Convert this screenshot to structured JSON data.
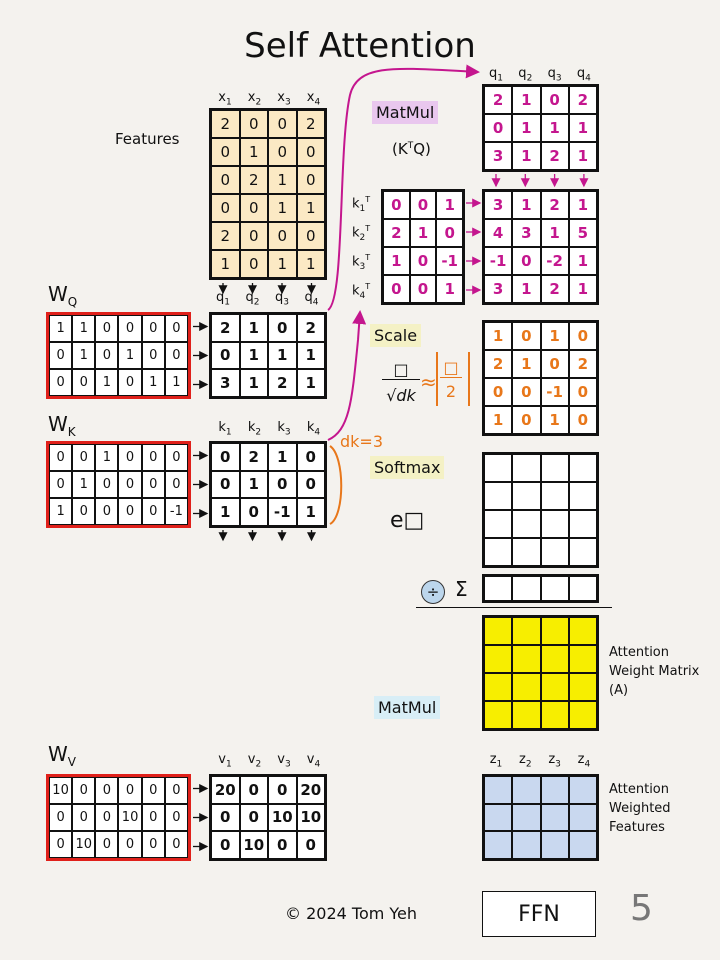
{
  "title": "Self Attention",
  "features_label": "Features",
  "x_headers": [
    "x1",
    "x2",
    "x3",
    "x4"
  ],
  "features": [
    [
      2,
      0,
      0,
      2
    ],
    [
      0,
      1,
      0,
      0
    ],
    [
      0,
      2,
      1,
      0
    ],
    [
      0,
      0,
      1,
      1
    ],
    [
      2,
      0,
      0,
      0
    ],
    [
      1,
      0,
      1,
      1
    ]
  ],
  "wq_label": "WQ",
  "wk_label": "WK",
  "wv_label": "WV",
  "wq": [
    [
      1,
      1,
      0,
      0,
      0,
      0
    ],
    [
      0,
      1,
      0,
      1,
      0,
      0
    ],
    [
      0,
      0,
      1,
      0,
      1,
      1
    ]
  ],
  "wk": [
    [
      0,
      0,
      1,
      0,
      0,
      0
    ],
    [
      0,
      1,
      0,
      0,
      0,
      0
    ],
    [
      1,
      0,
      0,
      0,
      0,
      -1
    ]
  ],
  "wv": [
    [
      10,
      0,
      0,
      0,
      0,
      0
    ],
    [
      0,
      0,
      0,
      10,
      0,
      0
    ],
    [
      0,
      10,
      0,
      0,
      0,
      0
    ]
  ],
  "q_headers": [
    "q1",
    "q2",
    "q3",
    "q4"
  ],
  "k_headers": [
    "k1",
    "k2",
    "k3",
    "k4"
  ],
  "v_headers": [
    "v1",
    "v2",
    "v3",
    "v4"
  ],
  "z_headers": [
    "z1",
    "z2",
    "z3",
    "z4"
  ],
  "kt_headers": [
    "k1T",
    "k2T",
    "k3T",
    "k4T"
  ],
  "q_matrix": [
    [
      2,
      1,
      0,
      2
    ],
    [
      0,
      1,
      1,
      1
    ],
    [
      3,
      1,
      2,
      1
    ]
  ],
  "k_matrix": [
    [
      0,
      2,
      1,
      0
    ],
    [
      0,
      1,
      0,
      0
    ],
    [
      1,
      0,
      -1,
      1
    ]
  ],
  "v_matrix": [
    [
      20,
      0,
      0,
      20
    ],
    [
      0,
      0,
      10,
      10
    ],
    [
      0,
      10,
      0,
      0
    ]
  ],
  "kt_matrix": [
    [
      0,
      0,
      1
    ],
    [
      2,
      1,
      0
    ],
    [
      1,
      0,
      -1
    ],
    [
      0,
      0,
      1
    ]
  ],
  "ktq_matrix": [
    [
      3,
      1,
      2,
      1
    ],
    [
      4,
      3,
      1,
      5
    ],
    [
      -1,
      0,
      -2,
      1
    ],
    [
      3,
      1,
      2,
      1
    ]
  ],
  "scaled_matrix": [
    [
      1,
      0,
      1,
      0
    ],
    [
      2,
      1,
      0,
      2
    ],
    [
      0,
      0,
      -1,
      0
    ],
    [
      1,
      0,
      1,
      0
    ]
  ],
  "matmul_label": "MatMul",
  "ktq_label": "(KTQ)",
  "scale_label": "Scale",
  "scale_formula_num": "□",
  "scale_formula_den": "√dk",
  "scale_approx": "≈",
  "scale_approx_num": "□",
  "scale_approx_den": "2",
  "dk_note": "dk=3",
  "softmax_label": "Softmax",
  "exp_label": "e□",
  "sum_label": "Σ",
  "divide_symbol": "÷",
  "attention_weight_label": "Attention Weight Matrix (A)",
  "matmul2_label": "MatMul",
  "attention_features_label": "Attention Weighted Features",
  "copyright": "©  2024 Tom Yeh",
  "ffn_label": "FFN",
  "page_number": "5",
  "colors": {
    "magenta": "#c4168e",
    "orange": "#e8771a",
    "weight_border": "#e0201a",
    "features_bg": "#fbe9c4",
    "attention_yellow": "#f7ee00",
    "output_blue": "#c9d8ef",
    "matmul_tag": "#e9c7ee",
    "scale_tag": "#f4f1c5",
    "matmul2_tag": "#d8eef6"
  }
}
